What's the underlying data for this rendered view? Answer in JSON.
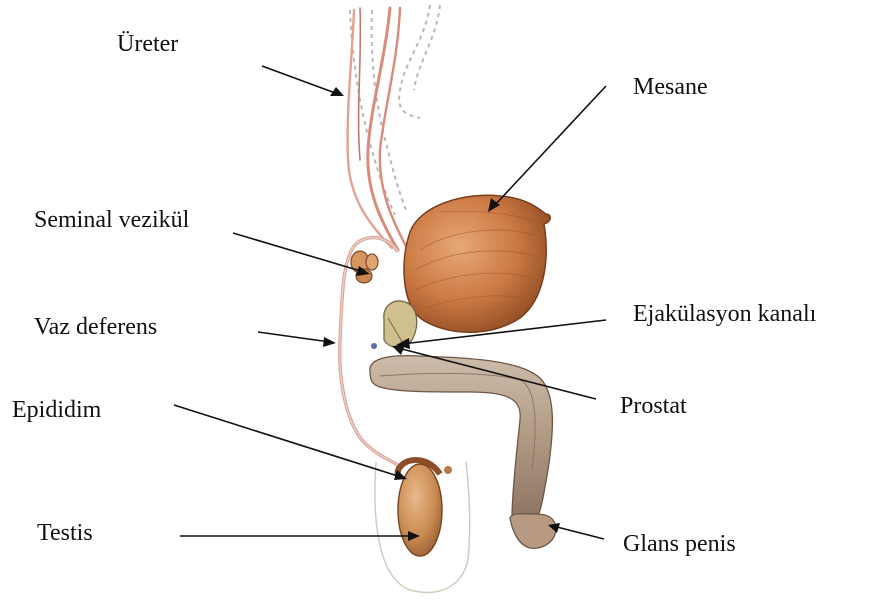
{
  "diagram": {
    "labels": {
      "ureter": "Üreter",
      "mesane": "Mesane",
      "seminal_vezikul": "Seminal vezikül",
      "vaz_deferens": "Vaz deferens",
      "ejakulasyon_kanali": "Ejakülasyon kanalı",
      "prostat": "Prostat",
      "epididim": "Epididim",
      "testis": "Testis",
      "glans_penis": "Glans penis"
    },
    "colors": {
      "bladder": "#c8733a",
      "testis": "#c98a52",
      "penis": "#b5a08c",
      "vessel_red": "#d98b7c",
      "vessel_dashed": "#b8b8b8",
      "line": "#111111"
    }
  }
}
